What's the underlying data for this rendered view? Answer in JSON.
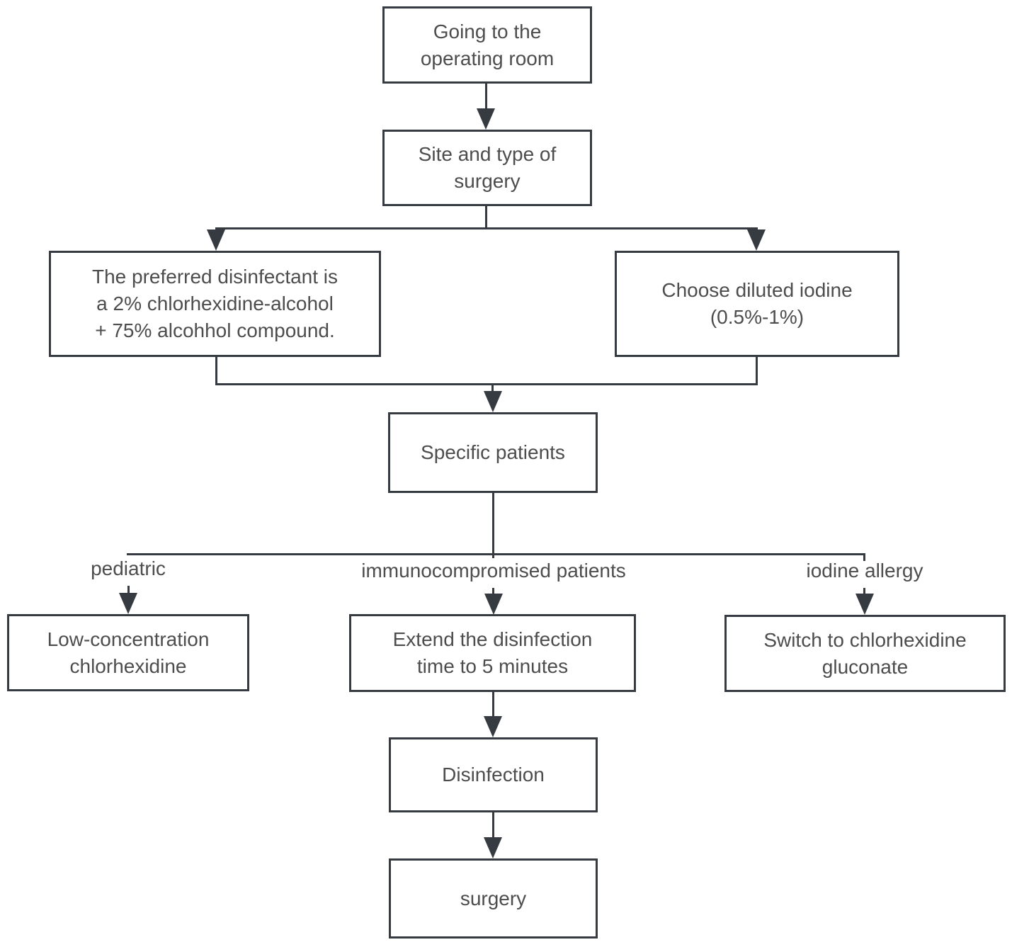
{
  "diagram": {
    "type": "flowchart",
    "colors": {
      "line": "#363b42",
      "text": "#4d4d4d",
      "background": "#ffffff"
    },
    "nodes": {
      "going_to_or": {
        "label": "Going to the\noperating room"
      },
      "site_and_type": {
        "label": "Site and type of\nsurgery"
      },
      "preferred_disinfectant": {
        "label": "The preferred disinfectant is\na 2% chlorhexidine-alcohol\n+ 75% alcohhol compound."
      },
      "diluted_iodine": {
        "label": "Choose diluted iodine\n(0.5%-1%)"
      },
      "specific_patients": {
        "label": "Specific patients"
      },
      "low_concentration": {
        "label": "Low-concentration\nchlorhexidine"
      },
      "extend_time": {
        "label": "Extend the disinfection\ntime to 5 minutes"
      },
      "switch_gluconate": {
        "label": "Switch to chlorhexidine\ngluconate"
      },
      "disinfection": {
        "label": "Disinfection"
      },
      "surgery": {
        "label": "surgery"
      }
    },
    "branch_labels": {
      "pediatric": "pediatric",
      "immunocompromised": "immunocompromised patients",
      "iodine_allergy": "iodine allergy"
    },
    "edges": [
      "going_to_or -> site_and_type",
      "site_and_type -> preferred_disinfectant",
      "site_and_type -> diluted_iodine",
      "preferred_disinfectant -> specific_patients",
      "diluted_iodine -> specific_patients",
      "specific_patients -> low_concentration (pediatric)",
      "specific_patients -> extend_time (immunocompromised patients)",
      "specific_patients -> switch_gluconate (iodine allergy)",
      "extend_time -> disinfection",
      "disinfection -> surgery"
    ]
  }
}
